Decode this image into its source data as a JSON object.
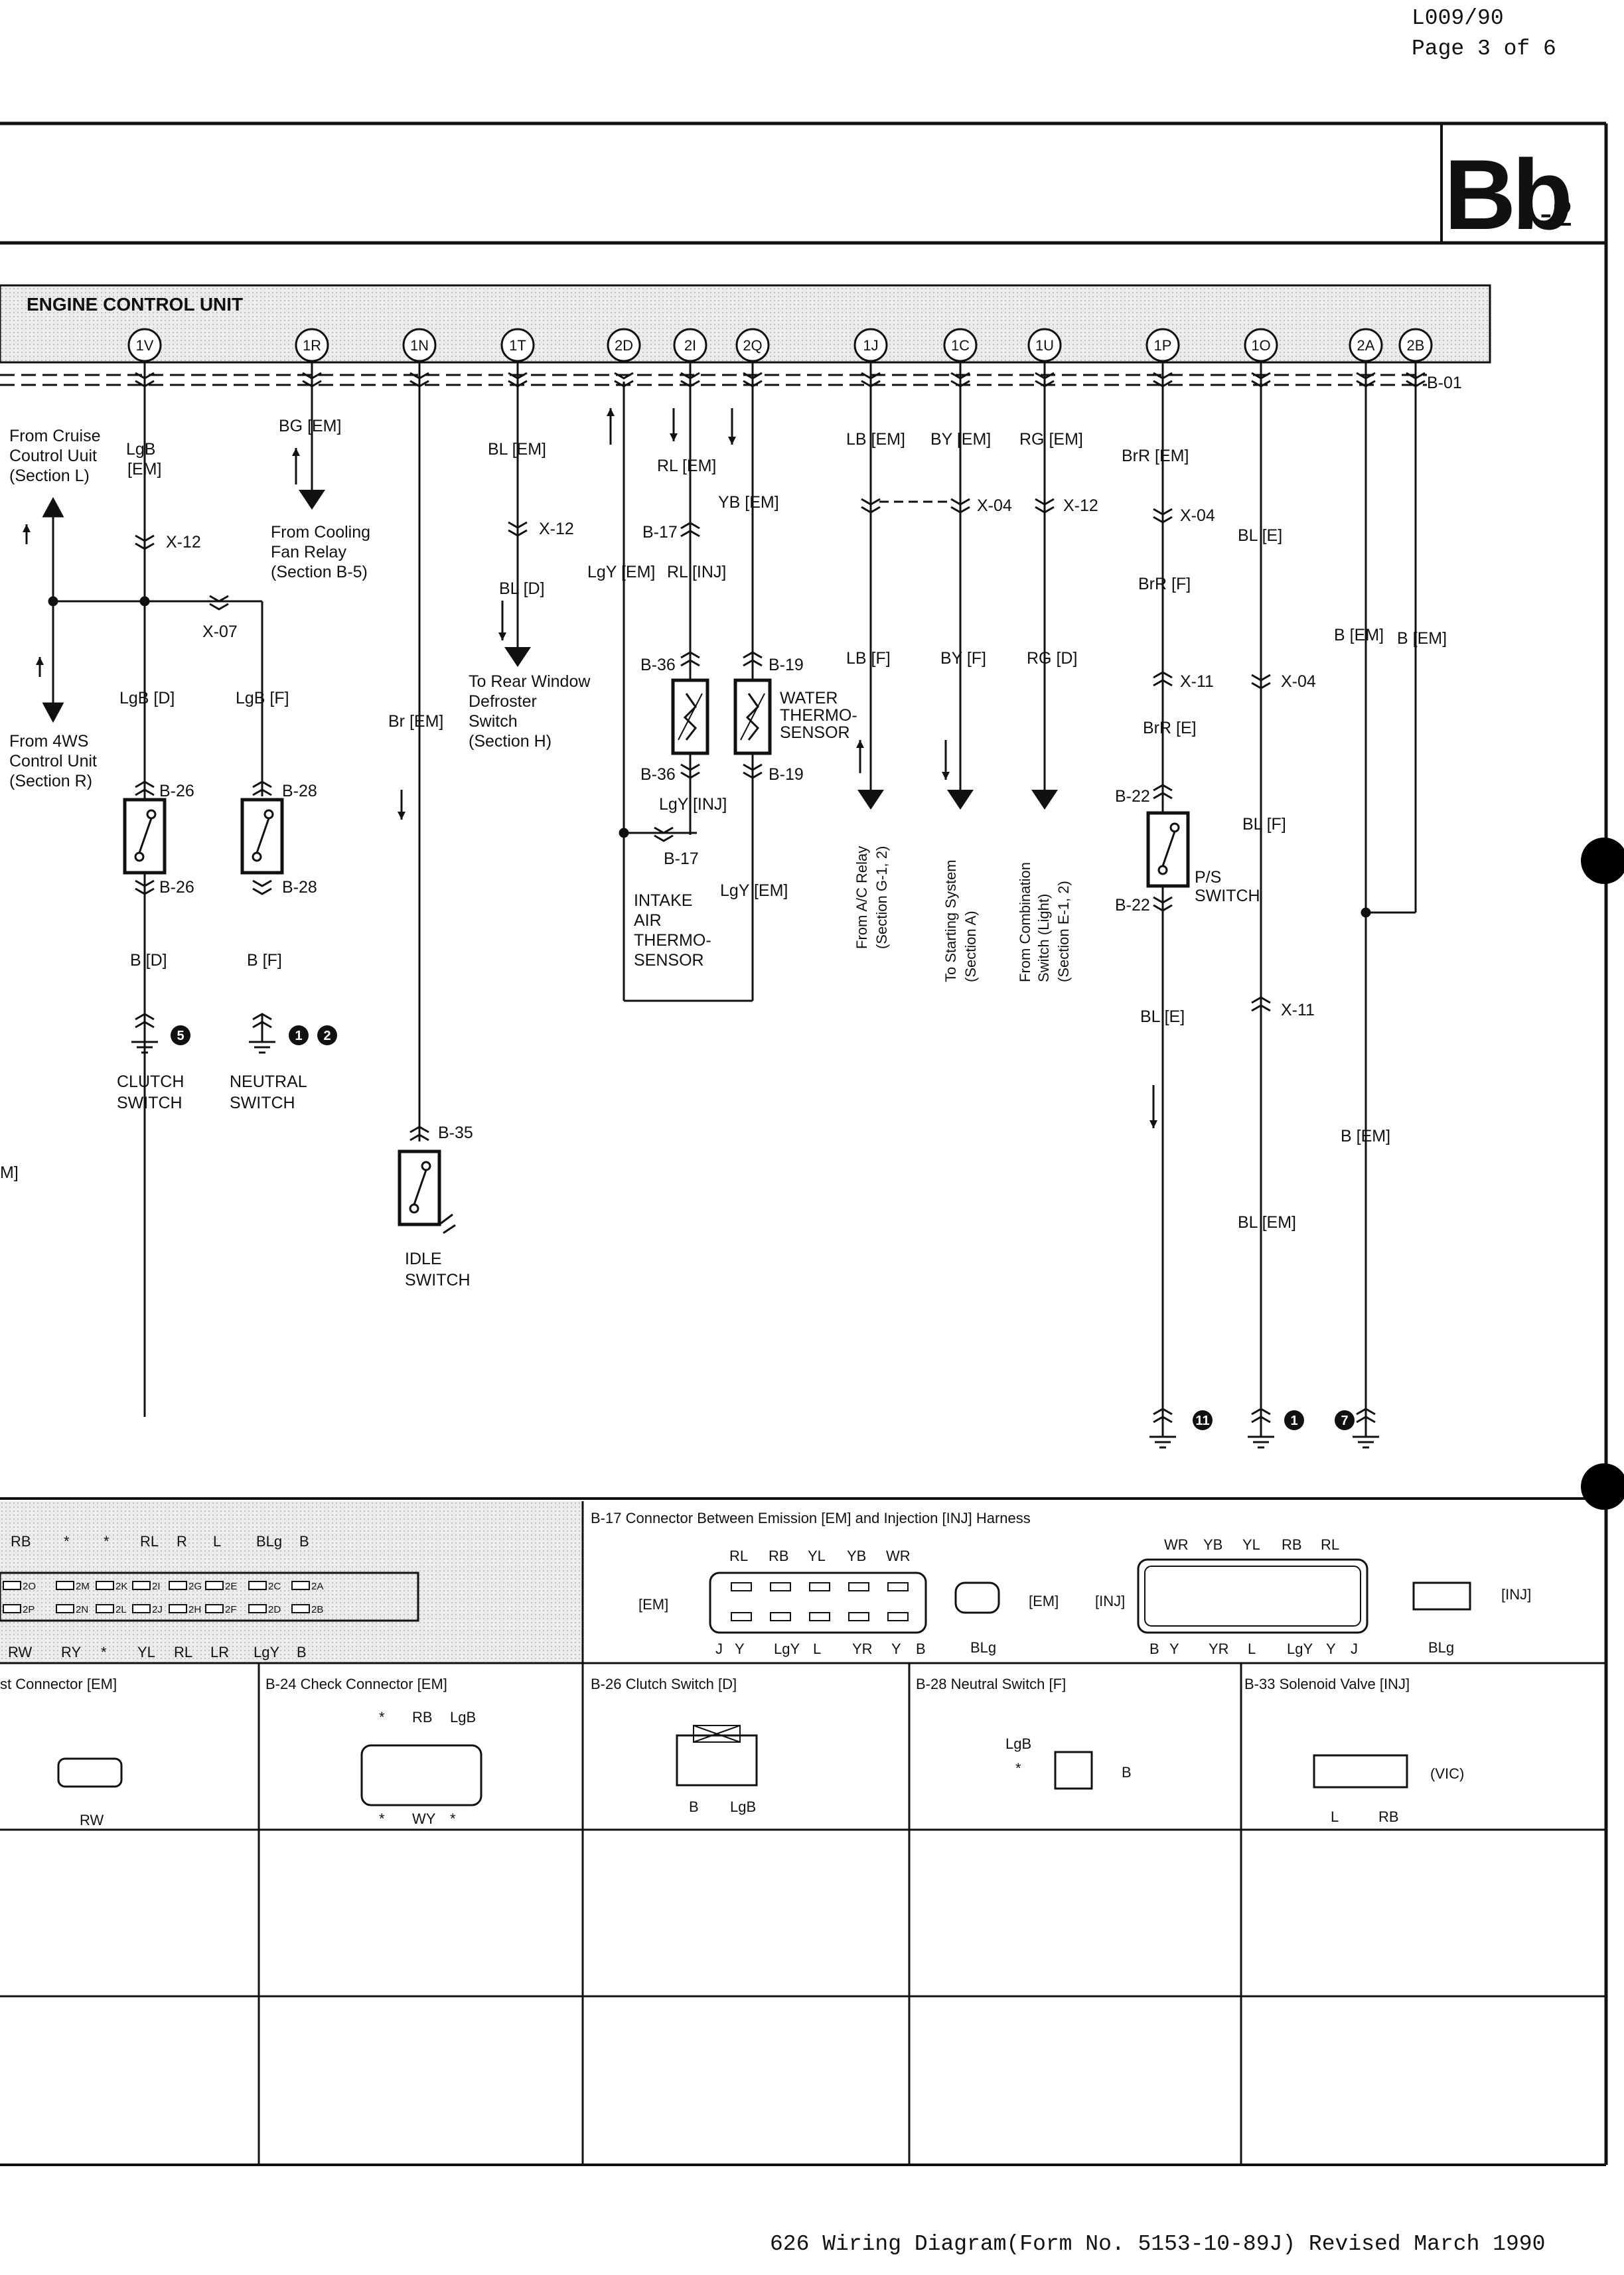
{
  "header": {
    "doc_code": "L009/90",
    "page": "Page 3 of 6"
  },
  "footer": {
    "text": "626 Wiring Diagram(Form No. 5153-10-89J)  Revised March 1990"
  },
  "section_tag": {
    "main": "Bb",
    "sub": "-2"
  },
  "ecu": {
    "title": "ENGINE CONTROL UNIT",
    "pins": [
      "1V",
      "1R",
      "1N",
      "1T",
      "2D",
      "2I",
      "2Q",
      "1J",
      "1C",
      "1U",
      "1P",
      "1O",
      "2A",
      "2B"
    ],
    "pin_b01": "B-01"
  },
  "wires": {
    "w1V": [
      "LgB",
      "[EM]",
      "X-12",
      "LgB [D]",
      "B-26",
      "B-26",
      "B [D]"
    ],
    "w1V_branch": [
      "X-07",
      "LgB [F]",
      "B-28",
      "B-28",
      "B [F]"
    ],
    "w1R": [
      "BG [EM]",
      "From Cooling",
      "Fan Relay",
      "(Section B-5)"
    ],
    "w1N": [
      "Br [EM]",
      "B-35"
    ],
    "w1T": [
      "BL [EM]",
      "X-12",
      "BL [D]",
      "To Rear Window",
      "Defroster",
      "Switch",
      "(Section H)"
    ],
    "w2I": [
      "RL [EM]",
      "B-17",
      "RL [INJ]",
      "B-36",
      "B-36",
      "LgY [INJ]",
      "B-17"
    ],
    "w2D": [
      "LgY [EM]"
    ],
    "w2Q": [
      "YB [EM]",
      "B-19",
      "B-19",
      "LgY [EM]"
    ],
    "w1J": [
      "LB [EM]",
      "LB [F]",
      "From A/C Relay",
      "(Section G-1, 2)"
    ],
    "w1C": [
      "BY [EM]",
      "X-04",
      "BY [F]",
      "To Starting System",
      "(Section A)"
    ],
    "w1U": [
      "RG [EM]",
      "X-12",
      "RG [D]",
      "From Combination",
      "Switch (Light)",
      "(Section E-1, 2)"
    ],
    "w1P": [
      "BrR [EM]",
      "X-04",
      "BrR [F]",
      "X-11",
      "BrR [E]",
      "B-22",
      "B-22",
      "BL [E]"
    ],
    "w1O": [
      "BL [E]",
      "X-04",
      "BL [F]",
      "X-11",
      "BL [EM]"
    ],
    "w2A": [
      "B [EM]",
      "B [EM]"
    ],
    "w2B": [
      "B [EM]"
    ]
  },
  "left_labels": {
    "cruise": [
      "From Cruise",
      "Coutrol Uuit",
      "(Section L)"
    ],
    "fws": [
      "From 4WS",
      "Control Unit",
      "(Section R)"
    ],
    "edge_bracket": "M]"
  },
  "components": {
    "clutch": [
      "CLUTCH",
      "SWITCH"
    ],
    "neutral": [
      "NEUTRAL",
      "SWITCH"
    ],
    "idle": [
      "IDLE",
      "SWITCH"
    ],
    "water": [
      "WATER",
      "THERMO-",
      "SENSOR"
    ],
    "intake": [
      "INTAKE",
      "AIR",
      "THERMO-",
      "SENSOR"
    ],
    "ps": [
      "P/S",
      "SWITCH"
    ]
  },
  "grounds": {
    "clutch": "5",
    "neutral": [
      "1",
      "2"
    ],
    "g1P": "11",
    "g1O": "1",
    "g2A": "7"
  },
  "connectors": {
    "ecu_conn": {
      "top": [
        "RB",
        "*",
        "*",
        "RL",
        "R",
        "L",
        "BLg",
        "B"
      ],
      "row1": [
        "2O",
        "2M",
        "2K",
        "2I",
        "2G",
        "2E",
        "2C",
        "2A"
      ],
      "row2": [
        "2P",
        "2N",
        "2L",
        "2J",
        "2H",
        "2F",
        "2D",
        "2B"
      ],
      "bottom": [
        "RW",
        "RY",
        "*",
        "YL",
        "RL",
        "LR",
        "LgY",
        "B"
      ]
    },
    "b17": {
      "title": "B-17 Connector Between Emission [EM] and Injection [INJ] Harness",
      "em": "[EM]",
      "inj": "[INJ]",
      "em_top": [
        "RL",
        "RB",
        "YL",
        "YB",
        "WR"
      ],
      "em_bottom": [
        "J",
        "Y",
        "LgY",
        "L",
        "YR",
        "Y",
        "B"
      ],
      "small_em": "BLg",
      "inj_top": [
        "WR",
        "YB",
        "YL",
        "RB",
        "RL"
      ],
      "inj_bottom": [
        "B",
        "Y",
        "YR",
        "L",
        "LgY",
        "Y",
        "J"
      ],
      "small_inj": "BLg"
    },
    "b_test": {
      "title": "st Connector [EM]",
      "pin": "RW"
    },
    "b24": {
      "title": "B-24 Check Connector [EM]",
      "top": [
        "*",
        "RB",
        "LgB"
      ],
      "bottom": [
        "*",
        "WY",
        "*"
      ]
    },
    "b26": {
      "title": "B-26 Clutch Switch [D]",
      "pins": [
        "B",
        "LgB"
      ]
    },
    "b28": {
      "title": "B-28 Neutral Switch [F]",
      "left": [
        "LgB",
        "*"
      ],
      "right": "B"
    },
    "b33": {
      "title": "B-33 Solenoid Valve [INJ]",
      "pins": [
        "L",
        "RB"
      ],
      "tag": "(VIC)"
    }
  }
}
